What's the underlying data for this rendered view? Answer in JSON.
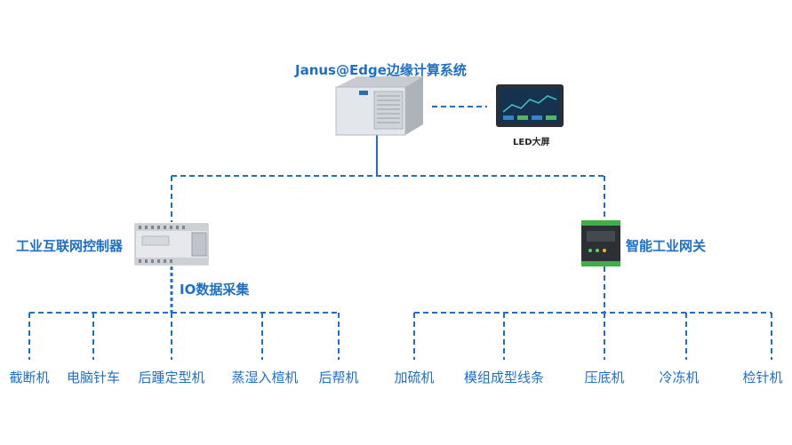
{
  "colors": {
    "accent": "#1F6FC4",
    "device_gray": "#D9DCE0",
    "gateway_green": "#3FAE4A"
  },
  "top": {
    "title": "Janus@Edge边缘计算系统",
    "screen_label": "LED大屏"
  },
  "left": {
    "title": "工业互联网控制器",
    "io_label": "IO数据采集"
  },
  "right": {
    "title": "智能工业网关"
  },
  "left_leaves": [
    "截断机",
    "电脑针车",
    "后踵定型机",
    "蒸湿入楦机",
    "后帮机"
  ],
  "right_leaves": [
    "加硫机",
    "模组成型线条",
    "压底机",
    "冷冻机",
    "检针机"
  ],
  "icons": {
    "server": "edge-server-icon",
    "screen": "led-screen-icon",
    "controller": "plc-controller-icon",
    "gateway": "gateway-device-icon"
  }
}
